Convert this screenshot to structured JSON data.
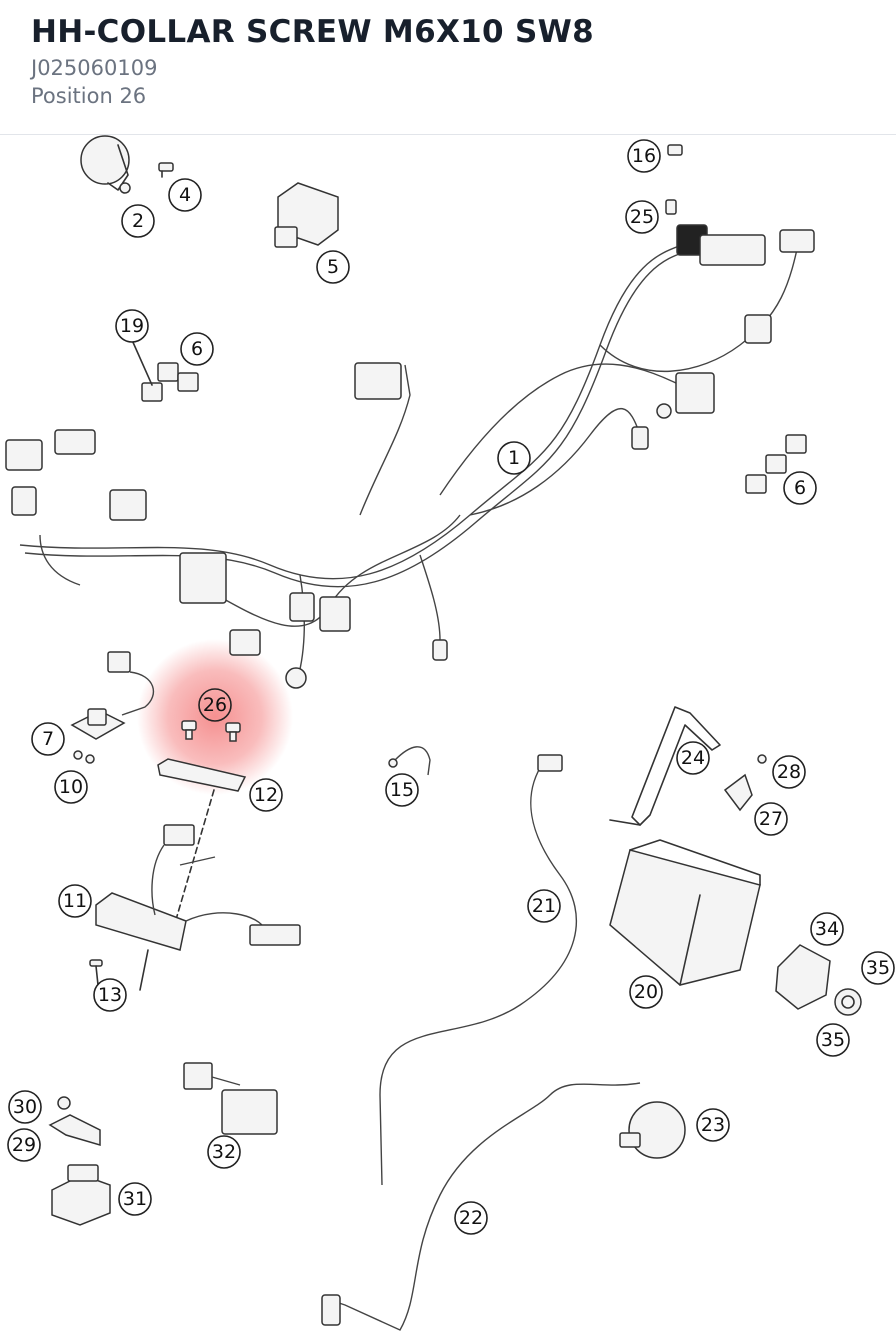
{
  "part": {
    "name": "HH-COLLAR SCREW M6X10 SW8",
    "number": "J025060109",
    "position_label": "Position 26"
  },
  "highlight": {
    "position": "26",
    "color": "#f26b6b"
  },
  "callouts": [
    "1",
    "2",
    "4",
    "5",
    "6",
    "6",
    "7",
    "10",
    "11",
    "12",
    "13",
    "15",
    "16",
    "19",
    "20",
    "21",
    "22",
    "23",
    "24",
    "25",
    "26",
    "27",
    "28",
    "29",
    "30",
    "31",
    "32",
    "34",
    "35",
    "35"
  ]
}
